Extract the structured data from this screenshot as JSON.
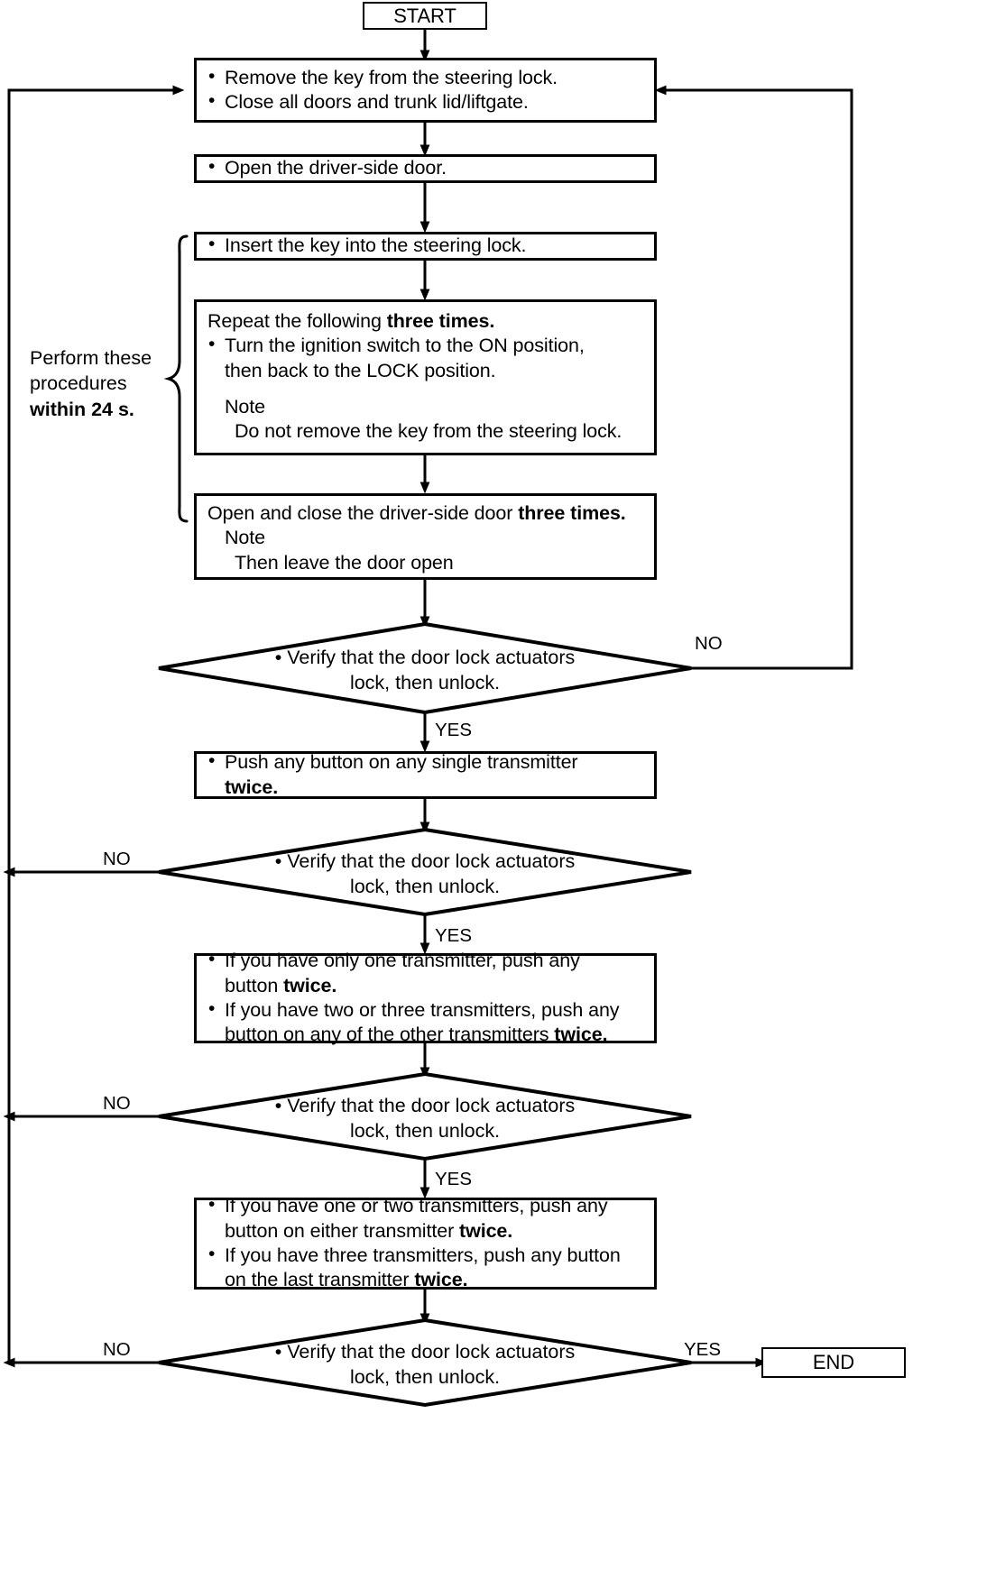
{
  "diagram": {
    "title": "Transmitter / door lock actuator registration procedure flowchart",
    "start_label": "START",
    "end_label": "END",
    "side_note": {
      "line1": "Perform these",
      "line2": "procedures",
      "line3_bold": "within 24 s."
    },
    "labels": {
      "yes": "YES",
      "no": "NO",
      "note": "Note"
    },
    "nodes": {
      "remove_key": {
        "b1": "Remove the key from  the steering lock.",
        "b2": "Close all doors and trunk lid/liftgate."
      },
      "open_door": {
        "b1": "Open the driver-side door."
      },
      "insert_key": {
        "b1": "Insert the key into the steering lock."
      },
      "repeat_three": {
        "head_plain": "Repeat the following ",
        "head_bold": "three times.",
        "b1_line1": "Turn the ignition switch to the ON position,",
        "b1_line2": "then back to the LOCK position.",
        "note_title": "Note",
        "note_body": "Do not remove the key from the steering lock."
      },
      "open_close_door": {
        "head_plain": "Open and close the driver-side door ",
        "head_bold": "three times.",
        "note_title": "Note",
        "note_body": "Then leave the door open"
      },
      "push_twice": {
        "line1": "Push any button on any single transmitter",
        "line2_bold": "twice."
      },
      "transmitters_a": {
        "b1_line1": "If you have only one transmitter, push any",
        "b1_line2_plain": "button ",
        "b1_line2_bold": "twice.",
        "b2_line1": "If you have two or three transmitters, push any",
        "b2_line2_plain": "button on any of the other transmitters ",
        "b2_line2_bold": "twice."
      },
      "transmitters_b": {
        "b1_line1": "If you have one or two transmitters, push any",
        "b1_line2_plain": "button on either transmitter ",
        "b1_line2_bold": "twice.",
        "b2_line1": "If you have three transmitters, push any button",
        "b2_line2_plain": "on the last transmitter ",
        "b2_line2_bold": "twice."
      }
    },
    "decisions": {
      "verify1": {
        "line1": "Verify that the door lock actuators",
        "line2": "lock, then unlock."
      },
      "verify2": {
        "line1": "Verify that the door lock actuators",
        "line2": "lock, then unlock."
      },
      "verify3": {
        "line1": "Verify that the door lock actuators",
        "line2": "lock, then unlock."
      },
      "verify4": {
        "line1": "Verify that the door lock actuators",
        "line2": "lock, then unlock."
      }
    },
    "colors": {
      "stroke": "#000000",
      "fill": "#ffffff",
      "text": "#000000"
    }
  }
}
